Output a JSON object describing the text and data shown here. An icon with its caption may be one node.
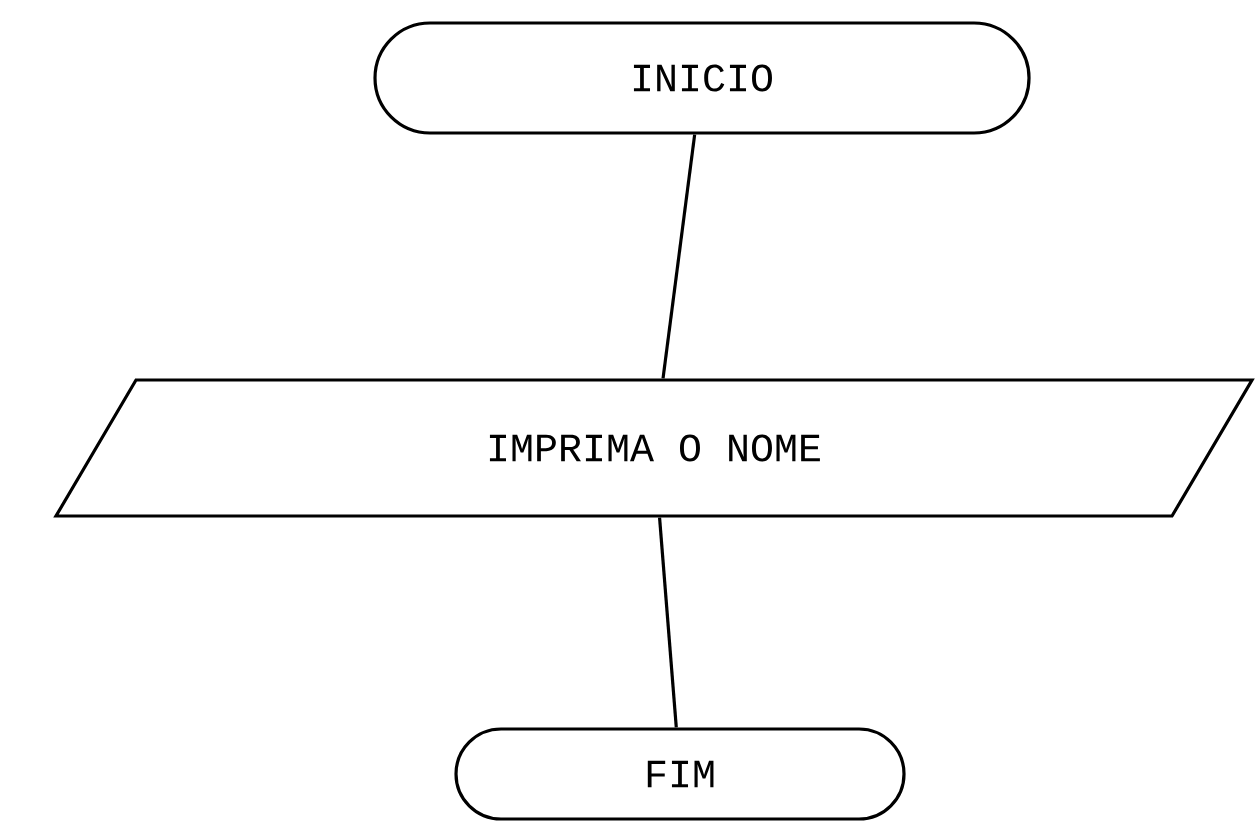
{
  "diagram": {
    "nodes": [
      {
        "text": [
          "INICIO"
        ]
      },
      {
        "text": [
          "IMPRIMA O NOME"
        ]
      },
      {
        "text": [
          "FIM"
        ]
      }
    ],
    "edges": [
      {
        "from": 0,
        "to": 1,
        "arrow": "none"
      },
      {
        "from": 1,
        "to": 2,
        "arrow": "none"
      }
    ]
  }
}
